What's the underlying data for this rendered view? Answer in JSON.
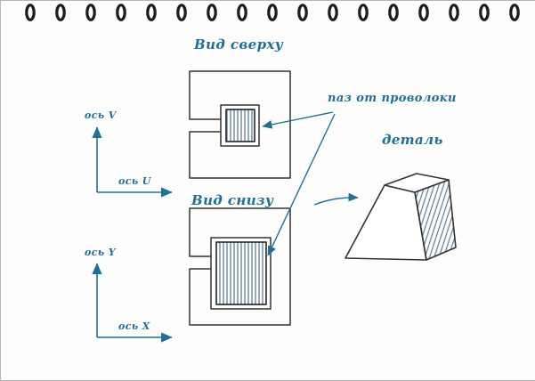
{
  "labels": {
    "top_view": "Вид сверху",
    "bottom_view": "Вид снизу",
    "groove_note": "паз от проволоки",
    "part_label": "деталь",
    "axis_v": "ось V",
    "axis_u": "ось U",
    "axis_y": "ось Y",
    "axis_x": "ось X"
  },
  "colors": {
    "ink": "#1e7096",
    "outline": "#333333",
    "hatch": "#5d7f94"
  }
}
